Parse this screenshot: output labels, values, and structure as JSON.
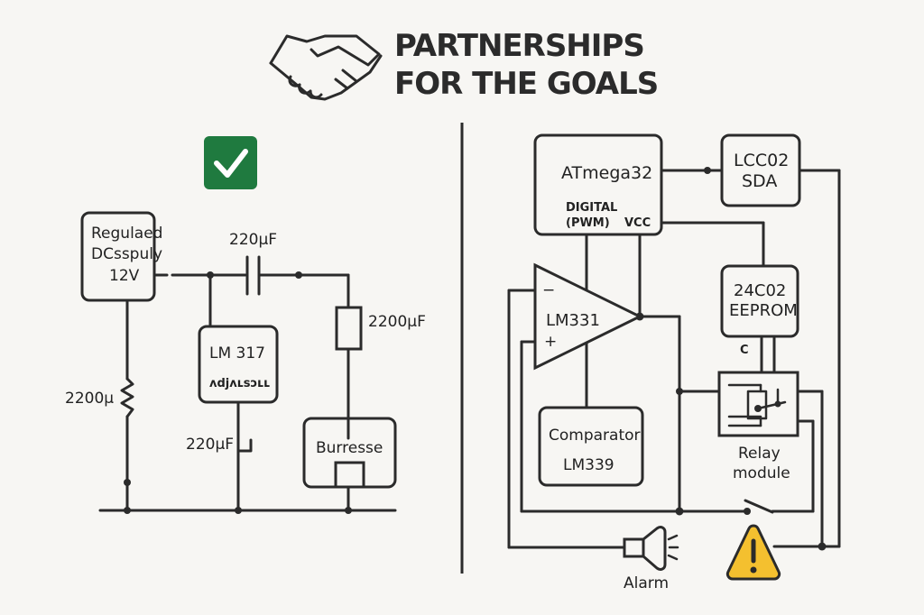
{
  "header": {
    "title_line1": "PARTNERSHIPS",
    "title_line2": "FOR THE GOALS",
    "logo_icon": "handshake-icon"
  },
  "status": {
    "icon": "check-icon",
    "color": "#1f7a3f"
  },
  "left_circuit": {
    "power_supply": {
      "line1": "Regulaed",
      "line2": "DCsspuly",
      "line3": "12V"
    },
    "capacitor_top": "220µF",
    "capacitor_right": "2200µF",
    "resistor_left": "2200µ",
    "regulator": {
      "line1": "LM 317",
      "line2": "ʌdjʌʟsɔʟʟ"
    },
    "capacitor_regulator": "220µF",
    "buzzer": "Burresse"
  },
  "right_circuit": {
    "mcu": {
      "name": "ATmega32",
      "pin_digital_1": "DIGITAL",
      "pin_digital_2": "(PWM)",
      "pin_vcc": "VCC"
    },
    "lcd": {
      "line1": "LCC02",
      "line2": "SDA"
    },
    "eeprom": {
      "line1": "24C02",
      "line2": "EEPROM",
      "pin": "C"
    },
    "opamp": {
      "name": "LM331",
      "minus": "−",
      "plus": "+"
    },
    "comparator": {
      "line1": "Comparator",
      "line2": "LM339"
    },
    "relay": {
      "line1": "Relay",
      "line2": "module"
    },
    "alarm": "Alarm",
    "warning": {
      "icon": "warning-icon",
      "color": "#f4c02f"
    }
  }
}
